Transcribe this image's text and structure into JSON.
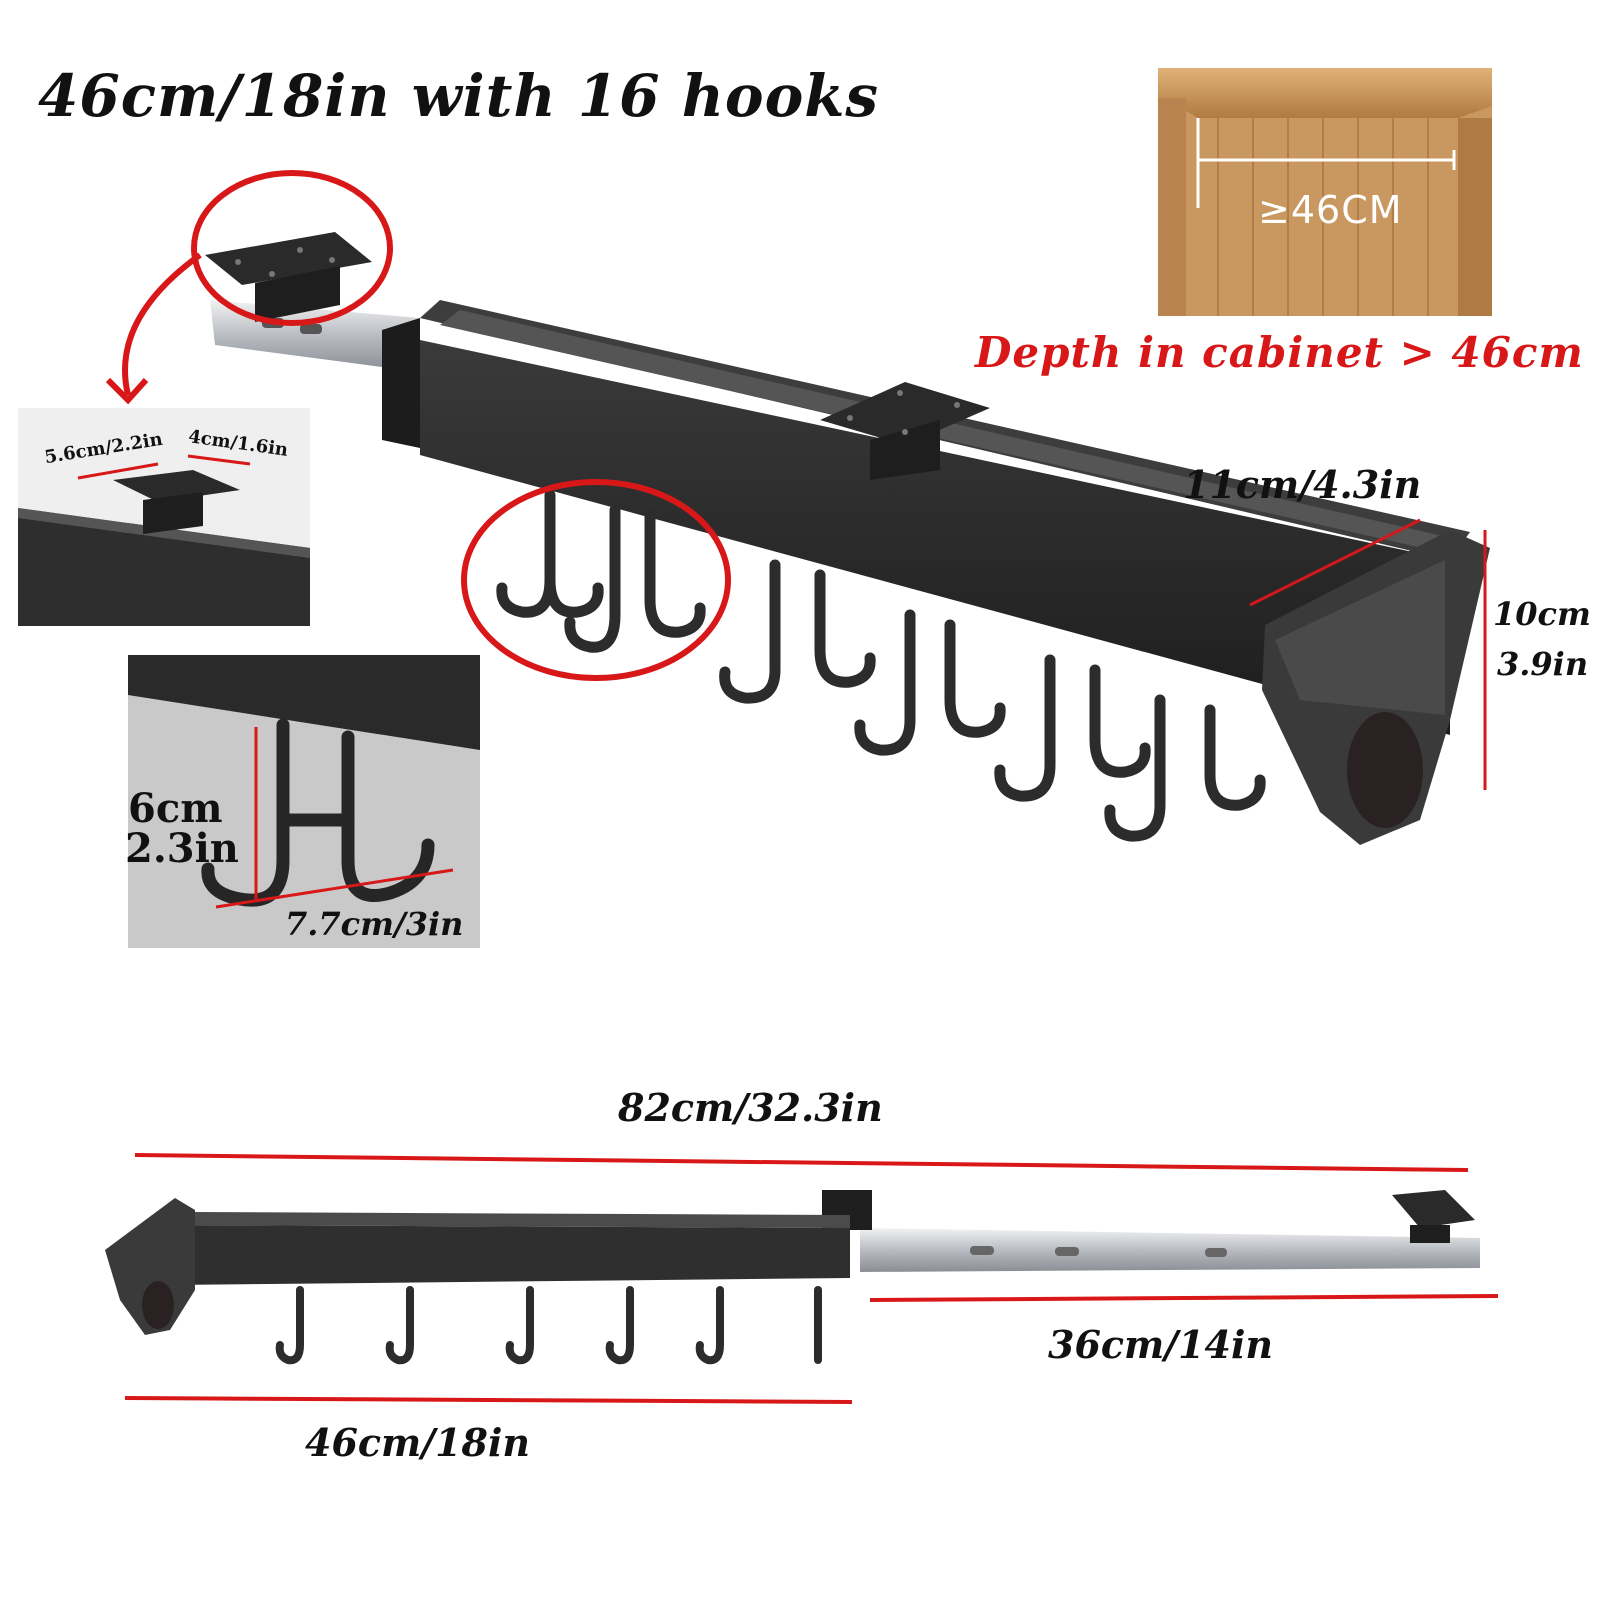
{
  "headline": "46cm/18in with 16 hooks",
  "cabinet": {
    "depth_label": "≥46CM",
    "depth_note": "Depth in cabinet > 46cm"
  },
  "dimensions": {
    "rail_width": "11cm/4.3in",
    "rail_height_cm": "10cm",
    "rail_height_in": "3.9in",
    "bracket_length": "5.6cm/2.2in",
    "bracket_width": "4cm/1.6in",
    "hook_height_cm": "6cm",
    "hook_height_in": "2.3in",
    "hook_width": "7.7cm/3in",
    "extended_total": "82cm/32.3in",
    "extension": "36cm/14in",
    "base_length": "46cm/18in"
  },
  "colors": {
    "accent": "#d81818",
    "product": "#2b2b2b",
    "wood": "#c4925a"
  },
  "icons": [
    "red-curved-arrow-icon",
    "highlight-circle-icon"
  ]
}
